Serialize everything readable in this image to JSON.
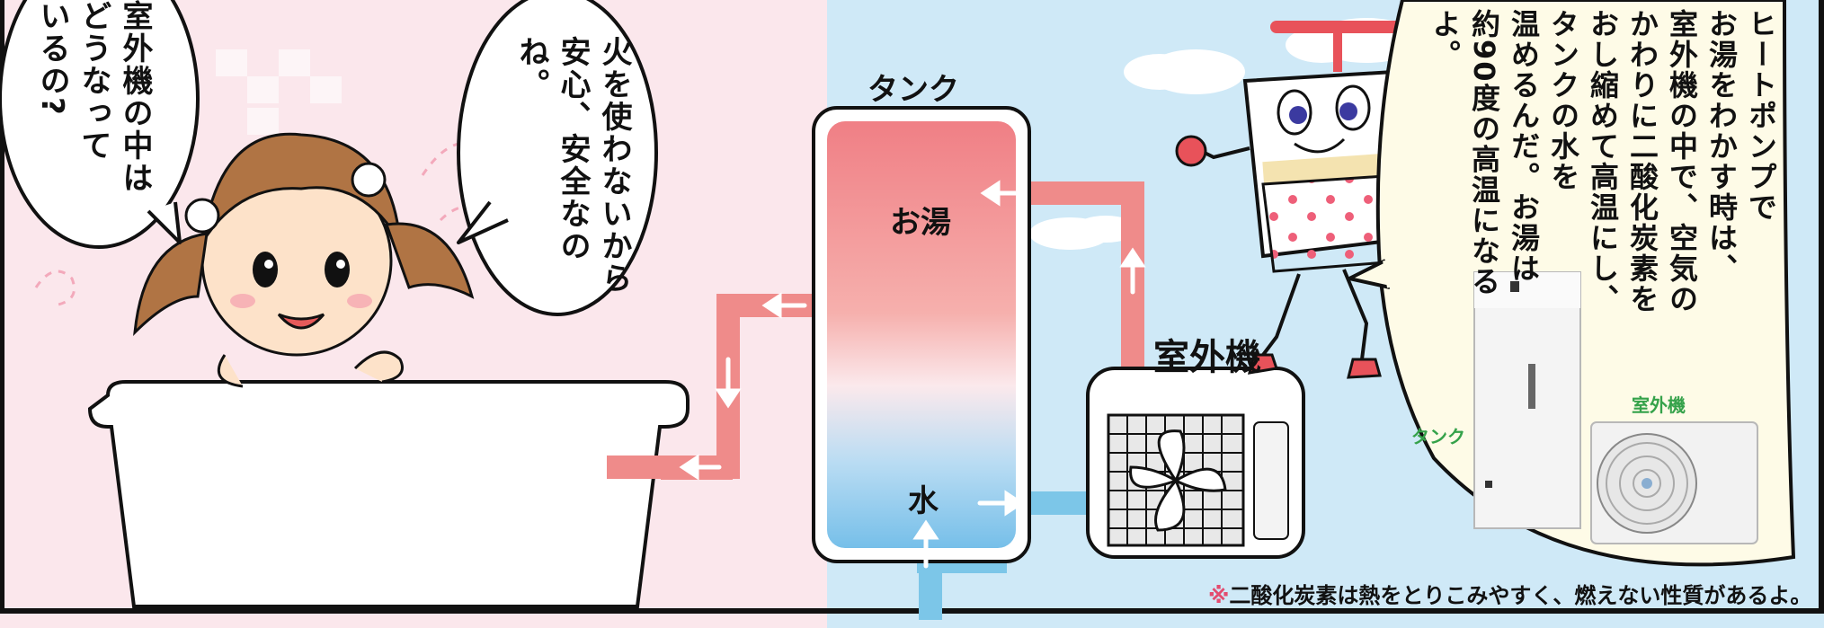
{
  "girl_bubble": {
    "lines": [
      "火を使わないから",
      "安心、安全なのね。"
    ]
  },
  "girl_question_bubble": {
    "lines": [
      "室外機の中は",
      "どうなって",
      "いるの?"
    ]
  },
  "diagram": {
    "tank_title": "タンク",
    "hot_water_label": "お湯",
    "cold_water_label": "水",
    "outdoor_unit_label": "室外機"
  },
  "explanation_bubble": {
    "lines": [
      "ヒートポンプで",
      "お湯をわかす時は、",
      "室外機の中で、空気の",
      "かわりに二酸化炭素を",
      "おし縮めて高温にし、",
      "タンクの水を",
      "温めるんだ。お湯は",
      "約90度の高温になるよ。"
    ],
    "photo_tank_label": "タンク",
    "photo_outdoor_label": "室外機"
  },
  "footnote": {
    "mark": "※",
    "text": "二酸化炭素は熱をとりこみやすく、燃えない性質があるよ。"
  },
  "colors": {
    "left_bg": "#fbe7ec",
    "right_bg": "#cfe9f7",
    "hot_pipe": "#ef8b8a",
    "cold_pipe": "#7cc6e8",
    "accent_mark": "#e34b6f",
    "photo_label_green": "#35a24a"
  }
}
